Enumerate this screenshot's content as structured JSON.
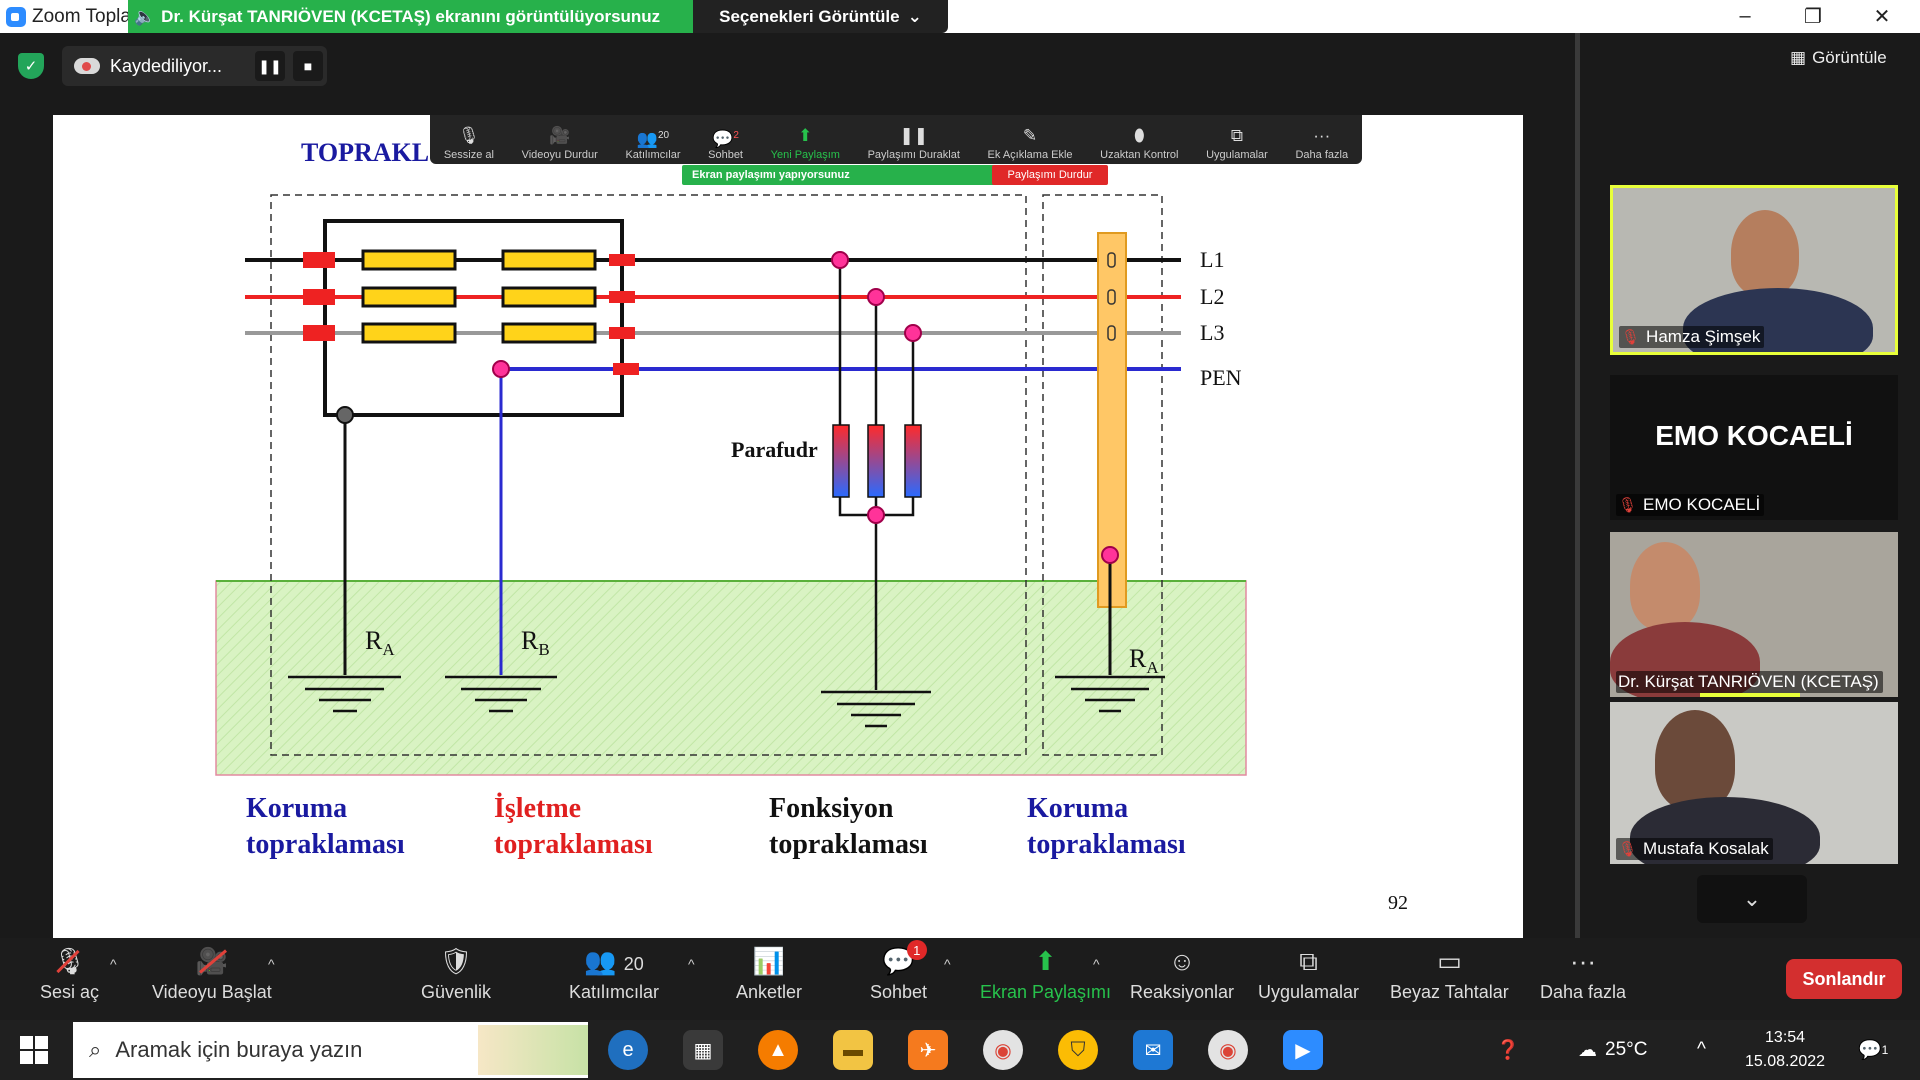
{
  "window": {
    "app_title": "Zoom Topla",
    "share_banner": "Dr. Kürşat TANRIÖVEN (KCETAŞ) ekranını görüntülüyorsunuz",
    "view_options": "Seçenekleri Görüntüle",
    "controls": {
      "minimize": "–",
      "maximize": "❐",
      "close": "✕"
    }
  },
  "recording": {
    "label": "Kaydediliyor...",
    "pause_icon": "❚❚",
    "stop_icon": "■"
  },
  "view_button": "Görüntüle",
  "share_toolbar": {
    "items": [
      {
        "label": "Sessize al",
        "icon": "mic-icon"
      },
      {
        "label": "Videoyu Durdur",
        "icon": "video-icon"
      },
      {
        "label": "Katılımcılar",
        "icon": "participants-icon",
        "count": "20"
      },
      {
        "label": "Sohbet",
        "icon": "chat-icon",
        "badge": "2"
      },
      {
        "label": "Yeni Paylaşım",
        "icon": "share-icon"
      },
      {
        "label": "Paylaşımı Duraklat",
        "icon": "pause-icon"
      },
      {
        "label": "Ek Açıklama Ekle",
        "icon": "pen-icon"
      },
      {
        "label": "Uzaktan Kontrol",
        "icon": "mouse-icon"
      },
      {
        "label": "Uygulamalar",
        "icon": "apps-icon"
      },
      {
        "label": "Daha fazla",
        "icon": "more-icon"
      }
    ],
    "sharing_status": "Ekran paylaşımı yapıyorsunuz",
    "stop_share": "Paylaşımı Durdur"
  },
  "slide": {
    "title": "TOPRAKL",
    "lines": [
      "L1",
      "L2",
      "L3",
      "PEN"
    ],
    "parafudr": "Parafudr",
    "resistors": {
      "ra": "R",
      "ra_sub": "A",
      "rb": "R",
      "rb_sub": "B",
      "ra2": "R",
      "ra2_sub": "A"
    },
    "captions": [
      {
        "l1": "Koruma",
        "l2": "topraklaması",
        "color": "#1a1aa0"
      },
      {
        "l1": "İşletme",
        "l2": "topraklaması",
        "color": "#e02020"
      },
      {
        "l1": "Fonksiyon",
        "l2": "topraklaması",
        "color": "#111111"
      },
      {
        "l1": "Koruma",
        "l2": "topraklaması",
        "color": "#1a1aa0"
      }
    ],
    "page_number": "92"
  },
  "participants": [
    {
      "name": "Hamza Şimşek",
      "active": true
    },
    {
      "name": "EMO KOCAELİ",
      "display": "EMO KOCAELİ"
    },
    {
      "name": "Dr. Kürşat TANRIÖVEN (KCETAŞ)"
    },
    {
      "name": "Mustafa Kosalak"
    }
  ],
  "bottom_bar": {
    "unmute": "Sesi aç",
    "start_video": "Videoyu Başlat",
    "security": "Güvenlik",
    "participants": "Katılımcılar",
    "participants_count": "20",
    "polls": "Anketler",
    "chat": "Sohbet",
    "chat_badge": "1",
    "share": "Ekran Paylaşımı",
    "reactions": "Reaksiyonlar",
    "apps": "Uygulamalar",
    "whiteboards": "Beyaz Tahtalar",
    "more": "Daha fazla",
    "end": "Sonlandır"
  },
  "taskbar": {
    "search_placeholder": "Aramak için buraya yazın",
    "temperature": "25°C",
    "time": "13:54",
    "date": "15.08.2022",
    "notif_count": "1"
  }
}
